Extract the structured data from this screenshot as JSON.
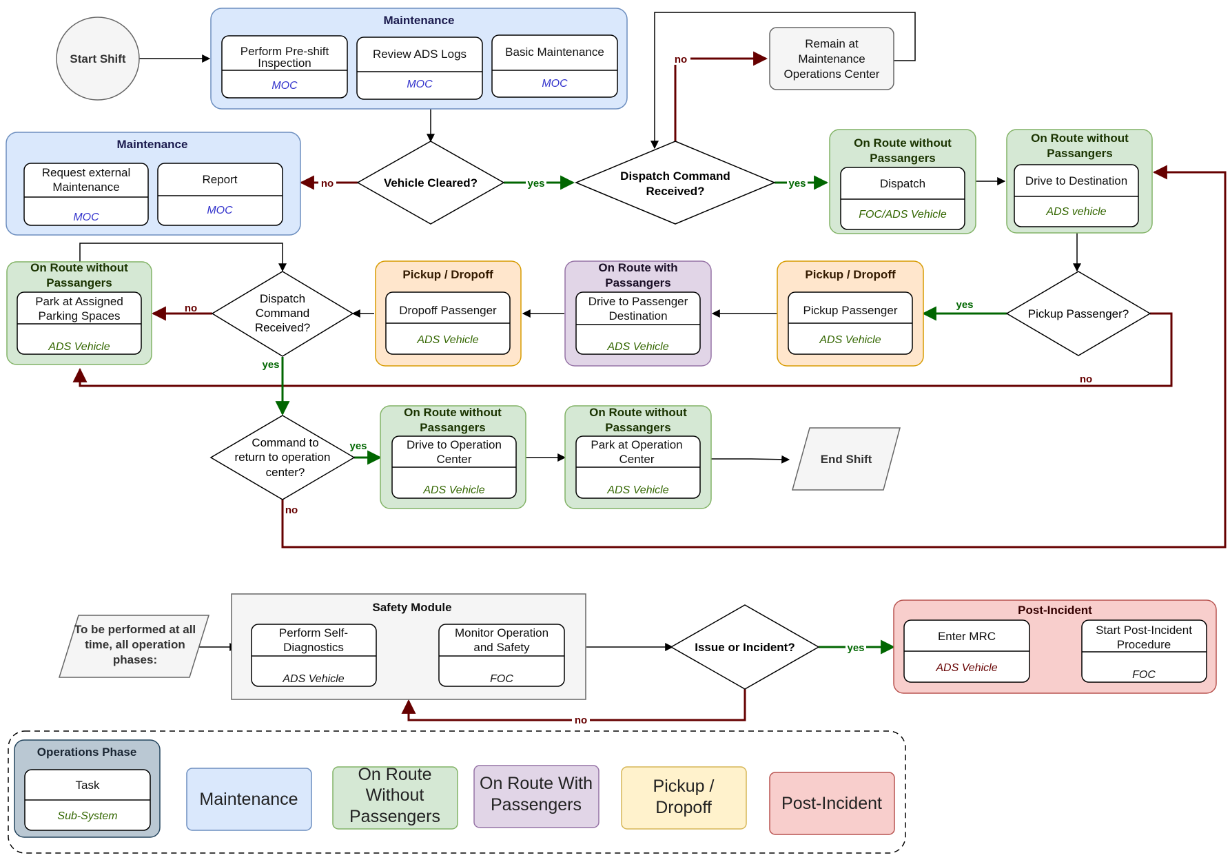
{
  "colors": {
    "maintenance_fill": "#dae8fc",
    "maintenance_stroke": "#6c8ebf",
    "route_fill": "#d5e8d4",
    "route_stroke": "#82b366",
    "with_fill": "#e1d5e7",
    "with_stroke": "#9673a6",
    "pickup_fill": "#ffe6cc",
    "pickup_stroke": "#d79b00",
    "incident_fill": "#f8cecc",
    "incident_stroke": "#b85450",
    "grey_fill": "#f5f5f5",
    "grey_stroke": "#666666",
    "ops_fill": "#bac8d3",
    "ops_stroke": "#23445d",
    "legend_pickup_fill": "#fff2cc",
    "legend_pickup_stroke": "#d6b656",
    "yes_arrow": "#006600",
    "no_arrow": "#660000",
    "moc_text": "#3333cc",
    "green_text": "#336600"
  },
  "start": "Start Shift",
  "maint_top": {
    "title": "Maintenance",
    "tasks": [
      {
        "name": "Perform Pre-shift",
        "name2": "Inspection",
        "sub": "MOC"
      },
      {
        "name": "Review ADS Logs",
        "sub": "MOC"
      },
      {
        "name": "Basic Maintenance",
        "sub": "MOC"
      }
    ]
  },
  "remain": [
    "Remain at",
    "Maintenance",
    "Operations Center"
  ],
  "maint_left": {
    "title": "Maintenance",
    "tasks": [
      {
        "name": "Request external",
        "name2": "Maintenance",
        "sub": "MOC"
      },
      {
        "name": "Report",
        "sub": "MOC"
      }
    ]
  },
  "decisions": {
    "vehicle_cleared": "Vehicle Cleared?",
    "dispatch_top": [
      "Dispatch Command",
      "Received?"
    ],
    "pickup": "Pickup Passenger?",
    "dispatch_mid": [
      "Dispatch",
      "Command",
      "Received?"
    ],
    "command_return": [
      "Command to",
      "return to operation",
      "center?"
    ],
    "issue": "Issue or Incident?"
  },
  "route_dispatch": {
    "title1": "On Route without",
    "title2": "Passangers",
    "task": "Dispatch",
    "sub": "FOC/ADS Vehicle"
  },
  "route_drive": {
    "title1": "On Route without",
    "title2": "Passangers",
    "task": "Drive to Destination",
    "sub": "ADS vehicle"
  },
  "pickup_box": {
    "title": "Pickup / Dropoff",
    "task": "Pickup Passenger",
    "sub": "ADS Vehicle"
  },
  "with_box": {
    "title1": "On Route with",
    "title2": "Passangers",
    "task1": "Drive to Passenger",
    "task2": "Destination",
    "sub": "ADS Vehicle"
  },
  "dropoff_box": {
    "title": "Pickup / Dropoff",
    "task": "Dropoff Passenger",
    "sub": "ADS Vehicle"
  },
  "park_box": {
    "title1": "On Route without",
    "title2": "Passangers",
    "task1": "Park at Assigned",
    "task2": "Parking Spaces",
    "sub": "ADS Vehicle"
  },
  "drive_op": {
    "title1": "On Route without",
    "title2": "Passangers",
    "task1": "Drive to Operation",
    "task2": "Center",
    "sub": "ADS Vehicle"
  },
  "park_op": {
    "title1": "On Route without",
    "title2": "Passangers",
    "task1": "Park at Operation",
    "task2": "Center",
    "sub": "ADS Vehicle"
  },
  "end": "End Shift",
  "all_phases": [
    "To be performed at all",
    "time, all operation",
    "phases:"
  ],
  "safety": {
    "title": "Safety Module",
    "tasks": [
      {
        "name": "Perform Self-",
        "name2": "Diagnostics",
        "sub": "ADS Vehicle"
      },
      {
        "name": "Monitor Operation",
        "name2": "and Safety",
        "sub": "FOC"
      }
    ]
  },
  "post": {
    "title": "Post-Incident",
    "tasks": [
      {
        "name": "Enter MRC",
        "sub": "ADS Vehicle"
      },
      {
        "name": "Start Post-Incident",
        "name2": "Procedure",
        "sub": "FOC"
      }
    ]
  },
  "labels": {
    "yes": "yes",
    "no": "no"
  },
  "legend": {
    "ops_title": "Operations Phase",
    "ops_task": "Task",
    "ops_sub": "Sub-System",
    "maintenance": "Maintenance",
    "route_without": [
      "On Route",
      "Without",
      "Passengers"
    ],
    "route_with": [
      "On Route With",
      "Passengers"
    ],
    "pickup": [
      "Pickup /",
      "Dropoff"
    ],
    "incident": "Post-Incident"
  }
}
